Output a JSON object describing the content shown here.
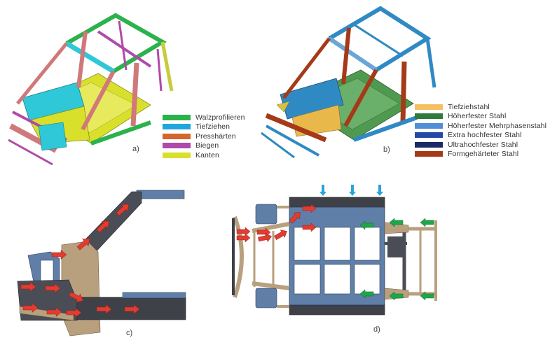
{
  "figure": {
    "panels": [
      {
        "id": "a",
        "label": "a)",
        "description": "Body-in-white frame colored by manufacturing process",
        "legend": [
          {
            "label": "Walzprofilieren",
            "color": "#2bb24c"
          },
          {
            "label": "Tiefziehen",
            "color": "#1fa6dc"
          },
          {
            "label": "Presshärten",
            "color": "#d6662a"
          },
          {
            "label": "Biegen",
            "color": "#b04aa8"
          },
          {
            "label": "Kanten",
            "color": "#d8e02c"
          }
        ]
      },
      {
        "id": "b",
        "label": "b)",
        "description": "Body-in-white frame colored by steel grade",
        "legend": [
          {
            "label": "Tiefziehstahl",
            "color": "#f5c060"
          },
          {
            "label": "Höherfester Stahl",
            "color": "#2f7a3c"
          },
          {
            "label": "Höherfester Mehrphasenstahl",
            "color": "#4f8fd6"
          },
          {
            "label": "Extra hochfester Stahl",
            "color": "#2448a6"
          },
          {
            "label": "Ultrahochfester Stahl",
            "color": "#1a2a66"
          },
          {
            "label": "Formgehärteter Stahl",
            "color": "#a53a18"
          }
        ]
      },
      {
        "id": "c",
        "label": "c)",
        "description": "Side view load paths with red arrows"
      },
      {
        "id": "d",
        "label": "d)",
        "description": "Top view underbody load paths with red, green and blue arrows"
      }
    ],
    "colors": {
      "arrow_red": "#e23b30",
      "arrow_green": "#1fa64a",
      "arrow_blue": "#2aa3dc",
      "frame_dark": "#3e4148",
      "frame_blue": "#5f7fa8",
      "frame_tan": "#b8a07e"
    }
  }
}
